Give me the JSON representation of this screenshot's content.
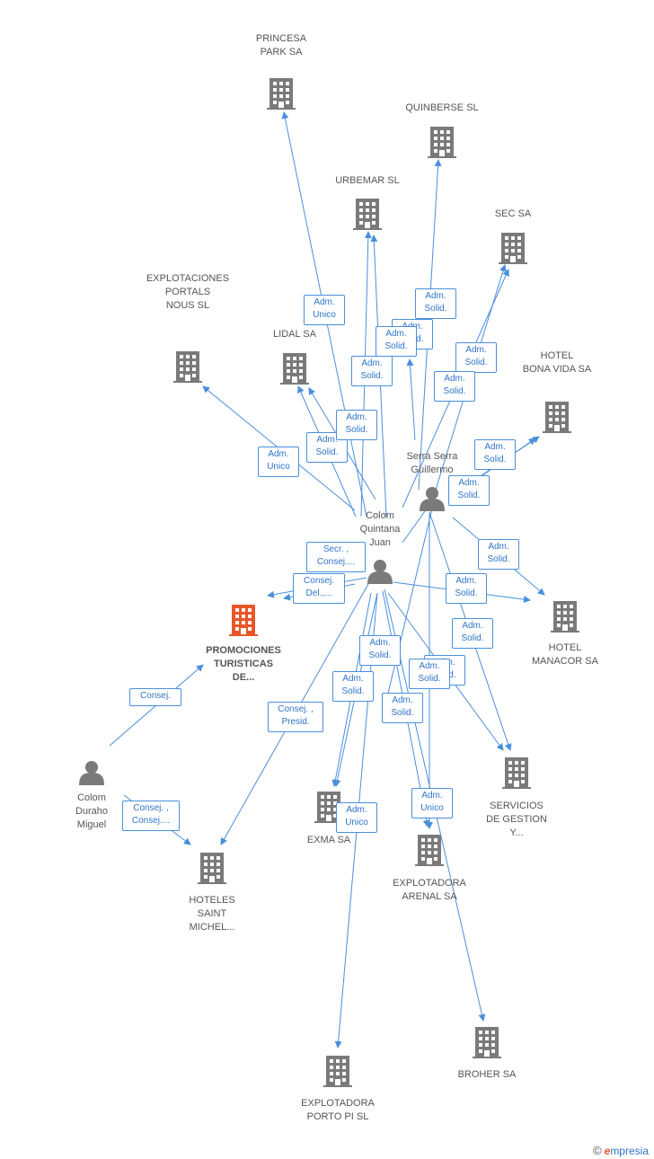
{
  "colors": {
    "edge": "#4a8fdc",
    "node": "#7a7a7a",
    "main": "#e8572a"
  },
  "companies": [
    {
      "id": "princesa",
      "label": "PRINCESA\nPARK SA"
    },
    {
      "id": "quinberse",
      "label": "QUINBERSE  SL"
    },
    {
      "id": "urbemar",
      "label": "URBEMAR SL"
    },
    {
      "id": "sec",
      "label": "SEC SA"
    },
    {
      "id": "explportals",
      "label": "EXPLOTACIONES\nPORTALS\nNOUS SL"
    },
    {
      "id": "lidal",
      "label": "LIDAL SA"
    },
    {
      "id": "bonavida",
      "label": "HOTEL\nBONA VIDA SA"
    },
    {
      "id": "promociones",
      "label": "PROMOCIONES\nTURISTICAS\nDE...",
      "main": true
    },
    {
      "id": "manacor",
      "label": "HOTEL\nMANACOR SA"
    },
    {
      "id": "servicios",
      "label": "SERVICIOS\nDE GESTION\nY..."
    },
    {
      "id": "exma",
      "label": "EXMA SA"
    },
    {
      "id": "arenal",
      "label": "EXPLOTADORA\nARENAL SA"
    },
    {
      "id": "saintmichel",
      "label": "HOTELES\nSAINT\nMICHEL..."
    },
    {
      "id": "broher",
      "label": "BROHER SA"
    },
    {
      "id": "portopi",
      "label": "EXPLOTADORA\nPORTO PI SL"
    }
  ],
  "persons": [
    {
      "id": "serra",
      "label": "Serra Serra\nGuillermo"
    },
    {
      "id": "colomq",
      "label": "Colom\nQuintana\nJuan"
    },
    {
      "id": "colomd",
      "label": "Colom\nDuraho\nMiguel"
    }
  ],
  "edge_labels": [
    "Adm.\nUnico",
    "Adm.\nSolid.",
    "Adm.\nSolid.",
    "Adm.\nSolid.",
    "Adm.\nSolid.",
    "Adm.\nSolid.",
    "Adm.\nSolid.",
    "Adm.\nUnico",
    "Adm.\nSolid.",
    "Adm.\nSolid.",
    "Adm.\nSolid.",
    "Adm.\nSolid.",
    "Adm.\nSolid.",
    "Secr. ,\nConsej....",
    "Consej.\nDel.,...",
    "Adm.\nSolid.",
    "Adm.\nSolid.",
    "Adm.\nSolid.",
    "Adm.\nSolid.",
    "Adm.\nSolid.",
    "Adm.\nSolid.",
    "Consej.",
    "Consej. ,\nPresid.",
    "Adm.\nSolid.",
    "Adm.\nUnico",
    "Consej. ,\nConsej....",
    "Adm.\nUnico"
  ],
  "footer": {
    "copyright": "©",
    "brand_e": "e",
    "brand_rest": "mpresia"
  }
}
